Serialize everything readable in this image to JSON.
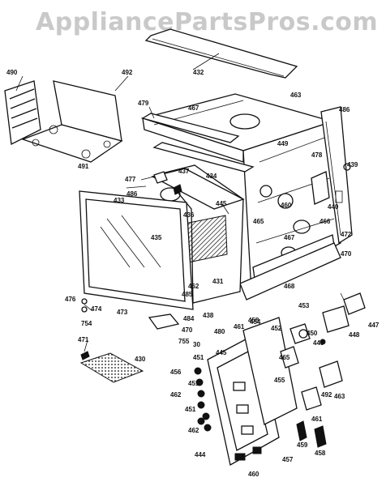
{
  "watermark": "AppliancePartsPros.com",
  "labels": [
    "490",
    "492",
    "432",
    "463",
    "486",
    "479",
    "467",
    "477",
    "486",
    "433",
    "437",
    "434",
    "445",
    "449",
    "478",
    "439",
    "436",
    "465",
    "466",
    "460",
    "440",
    "472",
    "470",
    "435",
    "462",
    "431",
    "467",
    "468",
    "476",
    "474",
    "754",
    "473",
    "485",
    "484",
    "438",
    "461",
    "480",
    "458",
    "453",
    "447",
    "448",
    "470",
    "755",
    "30",
    "451",
    "456",
    "451",
    "452",
    "450",
    "449",
    "471",
    "430",
    "445",
    "465",
    "455",
    "491",
    "492",
    "462",
    "451",
    "462",
    "463",
    "461",
    "444",
    "460",
    "457",
    "459",
    "458",
    "454"
  ]
}
